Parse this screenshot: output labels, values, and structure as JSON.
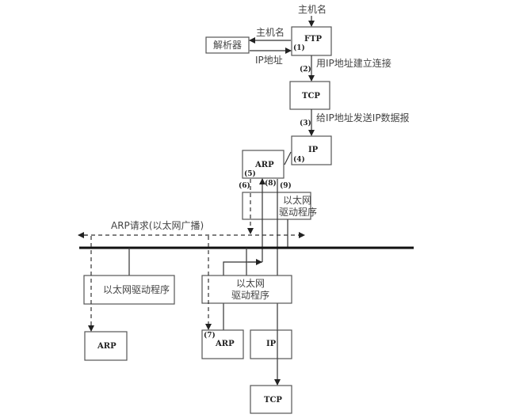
{
  "top_input": "主机名",
  "ftp": {
    "label": "FTP",
    "step": "(1)"
  },
  "resolver": {
    "label": "解析器",
    "to_label": "主机名",
    "from_label": "IP地址"
  },
  "step2": {
    "num": "(2)",
    "text": "用IP地址建立连接"
  },
  "tcp_top": "TCP",
  "step3": {
    "num": "(3)",
    "text": "给IP地址发送IP数据报"
  },
  "ip_top": {
    "label": "IP",
    "step": "(4)"
  },
  "arp_top": {
    "label": "ARP",
    "step": "(5)"
  },
  "steps": {
    "s6": "(6)",
    "s7": "(7)",
    "s8": "(8)",
    "s9": "(9)"
  },
  "eth_top": {
    "line1": "以太网",
    "line2": "驱动程序"
  },
  "broadcast_label": "ARP请求(以太网广播)",
  "eth_left": "以太网驱动程序",
  "eth_mid": {
    "line1": "以太网",
    "line2": "驱动程序"
  },
  "arp_left": "ARP",
  "arp_mid": "ARP",
  "ip_bottom": "IP",
  "tcp_bottom": "TCP"
}
